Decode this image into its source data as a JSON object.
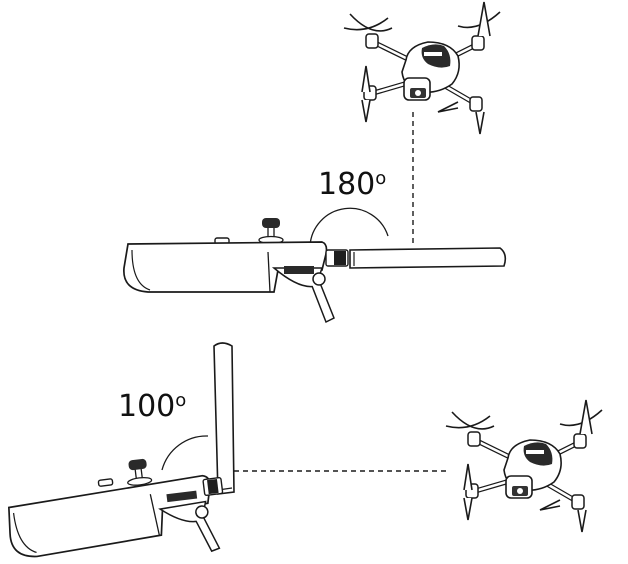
{
  "diagram": {
    "top_angle": {
      "value": "180",
      "degree_mark": "o"
    },
    "bottom_angle": {
      "value": "100",
      "degree_mark": "o"
    },
    "colors": {
      "stroke": "#1a1a1a",
      "fill": "#ffffff",
      "dark": "#222222"
    },
    "icons": [
      "drone-icon",
      "remote-controller-icon",
      "antenna-icon"
    ]
  }
}
